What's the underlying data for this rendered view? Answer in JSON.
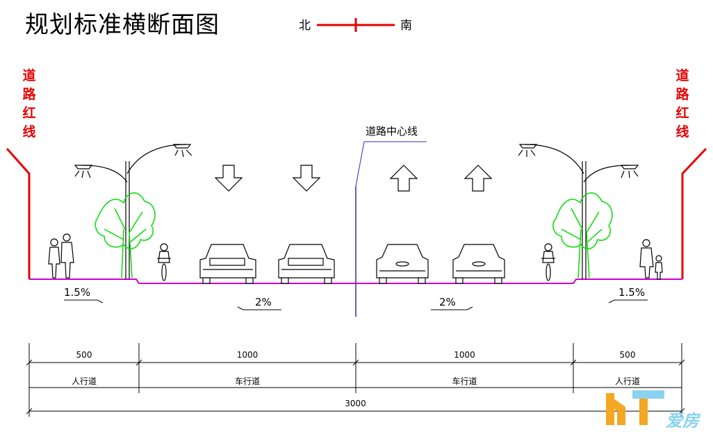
{
  "title": "规划标准横断面图",
  "compass": {
    "north": "北",
    "south": "南"
  },
  "red_line_label": [
    "道",
    "路",
    "红",
    "线"
  ],
  "center_line_label": "道路中心线",
  "slopes": {
    "sidewalk_left": "1.5%",
    "carriageway_left": "2%",
    "carriageway_right": "2%",
    "sidewalk_right": "1.5%"
  },
  "dimensions": {
    "segments": [
      {
        "width": "500",
        "name": "人行道"
      },
      {
        "width": "1000",
        "name": "车行道"
      },
      {
        "width": "1000",
        "name": "车行道"
      },
      {
        "width": "500",
        "name": "人行道"
      }
    ],
    "total": "3000"
  },
  "watermark": {
    "text": "爱房"
  },
  "colors": {
    "red_line": "#e60000",
    "road_surface": "#cc00cc",
    "center_line": "#3a2aa0",
    "tree": "#00dd00",
    "logo_orange": "#f5a623",
    "logo_blue": "#8ad2f0"
  },
  "icons": {
    "lane_direction_left": "arrow-down-icon",
    "lane_direction_right": "arrow-up-icon"
  }
}
